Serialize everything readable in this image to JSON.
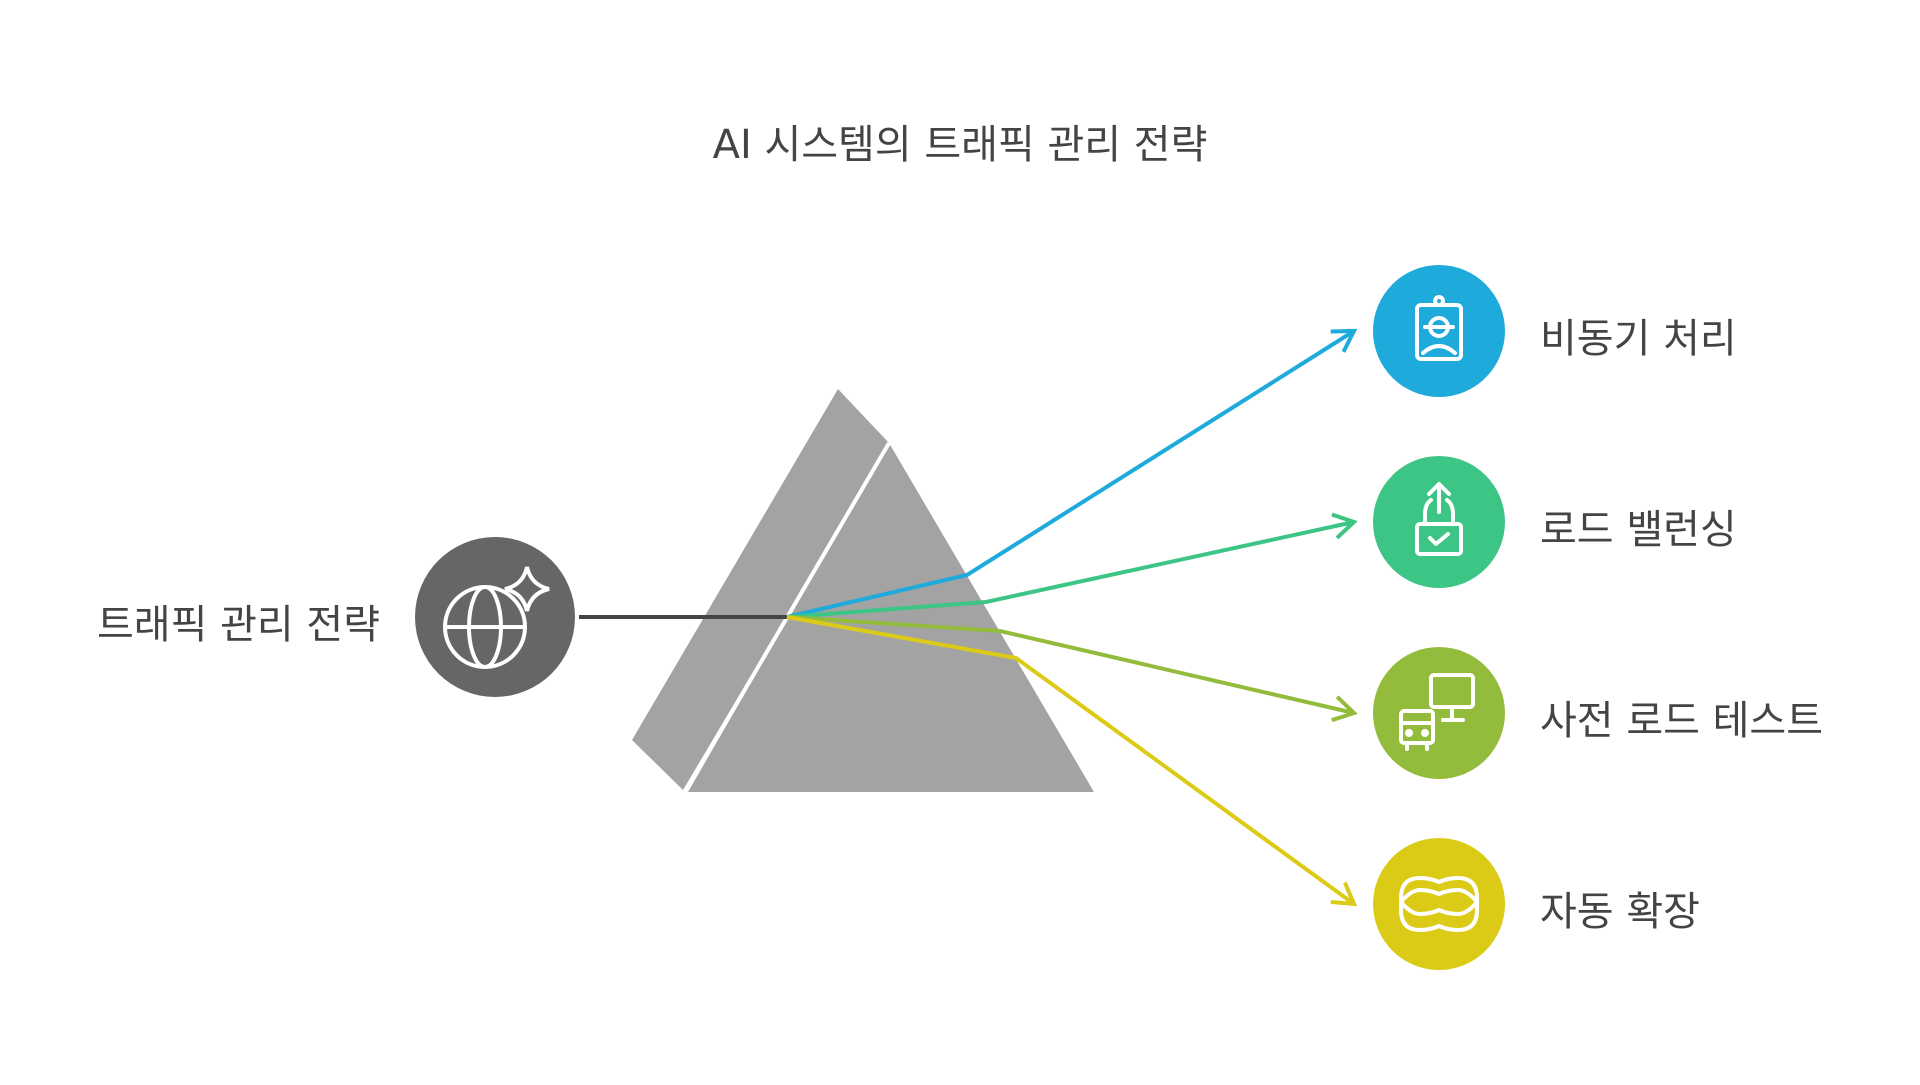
{
  "title": "AI 시스템의 트래픽 관리 전략",
  "source": {
    "label": "트래픽 관리 전략",
    "icon": "globe-sparkle-icon",
    "color": "#666666"
  },
  "outputs": [
    {
      "label": "비동기 처리",
      "icon": "id-badge-person-icon",
      "color": "#1EAADB"
    },
    {
      "label": "로드 밸런싱",
      "icon": "lock-upload-icon",
      "color": "#3DC585"
    },
    {
      "label": "사전 로드 테스트",
      "icon": "bus-monitor-icon",
      "color": "#94BC3C"
    },
    {
      "label": "자동 확장",
      "icon": "expand-ring-icon",
      "color": "#DCCB16"
    }
  ],
  "prism_color": "#A3A3A3"
}
